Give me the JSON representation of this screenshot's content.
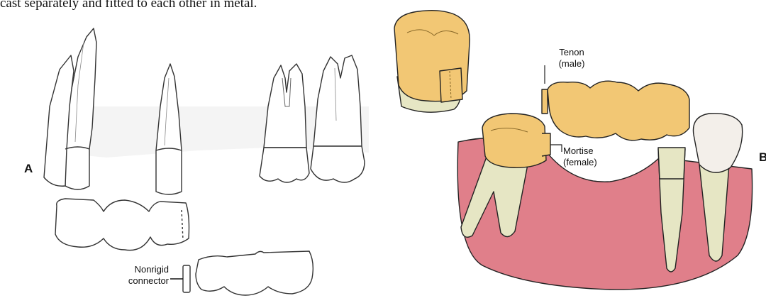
{
  "caption": "cast separately and fitted to each other in metal.",
  "panel_a": {
    "letter": "A",
    "connector_label": [
      "Nonrigid",
      "connector"
    ]
  },
  "panel_b": {
    "letter": "B",
    "tenon_label": [
      "Tenon",
      "(male)"
    ],
    "mortise_label": [
      "Mortise",
      "(female)"
    ]
  },
  "colors": {
    "gum": "#e07f8a",
    "crown": "#f2c774",
    "root": "#e6e6c4",
    "enamel": "#f3efea",
    "outline": "#222222"
  }
}
